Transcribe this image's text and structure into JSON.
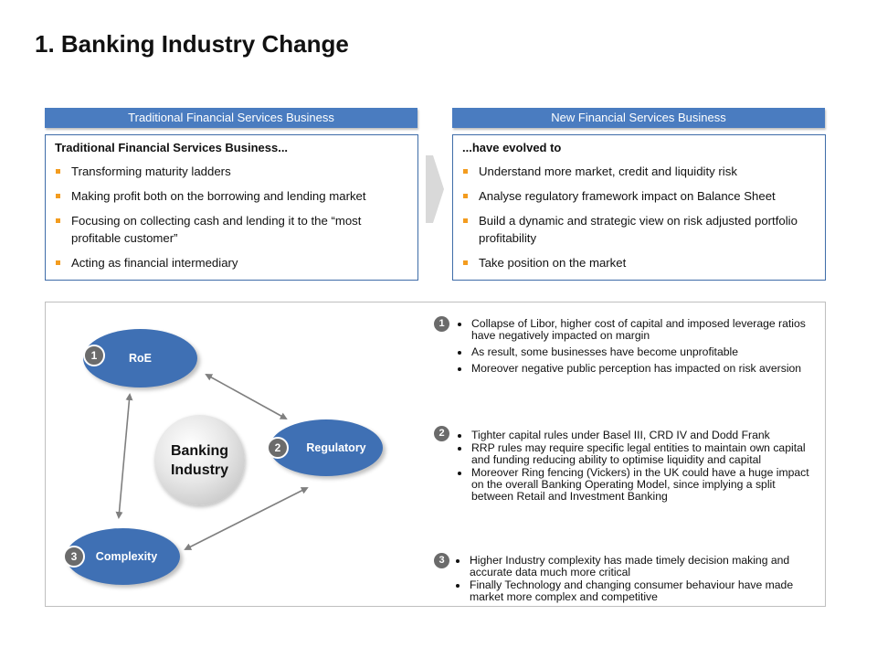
{
  "page": {
    "title": "1. Banking Industry Change"
  },
  "traditional": {
    "header": "Traditional Financial Services Business",
    "lead": "Traditional Financial Services Business...",
    "items": [
      "Transforming maturity ladders",
      "Making profit both on the borrowing  and lending market",
      "Focusing on collecting cash and lending it to the “most profitable customer”",
      "Acting as financial intermediary"
    ]
  },
  "new": {
    "header": "New Financial Services Business",
    "lead": "...have evolved to",
    "items": [
      "Understand more market, credit and liquidity risk",
      "Analyse regulatory framework impact on Balance Sheet",
      "Build a dynamic and strategic view on risk adjusted portfolio profitability",
      "Take position on the market"
    ]
  },
  "diagram": {
    "center": "Banking Industry",
    "nodes": [
      {
        "num": "1",
        "label": "RoE"
      },
      {
        "num": "2",
        "label": "Regulatory"
      },
      {
        "num": "3",
        "label": "Complexity"
      }
    ],
    "colors": {
      "node": "#3f70b4",
      "badge": "#6b6b6b",
      "header": "#4a7cc0",
      "bullet": "#f39c1f"
    }
  },
  "drivers": [
    {
      "num": "1",
      "points": [
        "Collapse of Libor, higher cost of capital and imposed leverage ratios have negatively impacted on margin",
        "As result, some businesses have become unprofitable",
        "Moreover negative public perception has impacted on risk aversion"
      ]
    },
    {
      "num": "2",
      "points": [
        "Tighter capital rules under Basel III, CRD IV and Dodd Frank",
        "RRP rules may require specific legal entities to maintain own capital and funding reducing ability to optimise liquidity and capital",
        "Moreover Ring fencing (Vickers) in the UK could have a huge impact on the overall Banking Operating Model, since implying a split between Retail and Investment Banking"
      ]
    },
    {
      "num": "3",
      "points": [
        "Higher Industry complexity has made timely decision making and accurate data much more critical",
        "Finally Technology and changing consumer behaviour have made market more complex and competitive"
      ]
    }
  ]
}
